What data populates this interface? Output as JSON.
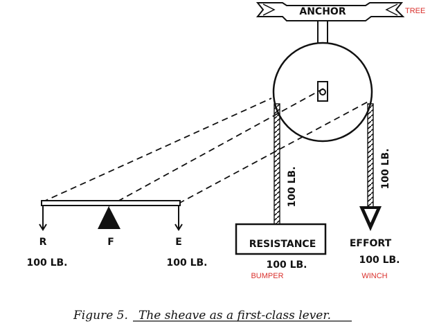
{
  "anchor": {
    "label": "ANCHOR",
    "note": "TREE"
  },
  "rope_labels": {
    "left": "100 LB.",
    "right": "100 LB."
  },
  "lever": {
    "resistance_letter": "R",
    "fulcrum_letter": "F",
    "effort_letter": "E",
    "resistance_weight": "100 LB.",
    "effort_weight": "100 LB."
  },
  "resistance_box": {
    "label": "RESISTANCE",
    "weight": "100 LB.",
    "note": "BUMPER"
  },
  "effort": {
    "label": "EFFORT",
    "weight": "100 LB.",
    "note": "WINCH"
  },
  "caption": {
    "prefix": "Figure 5.",
    "text": "The sheave as a first-class lever."
  }
}
